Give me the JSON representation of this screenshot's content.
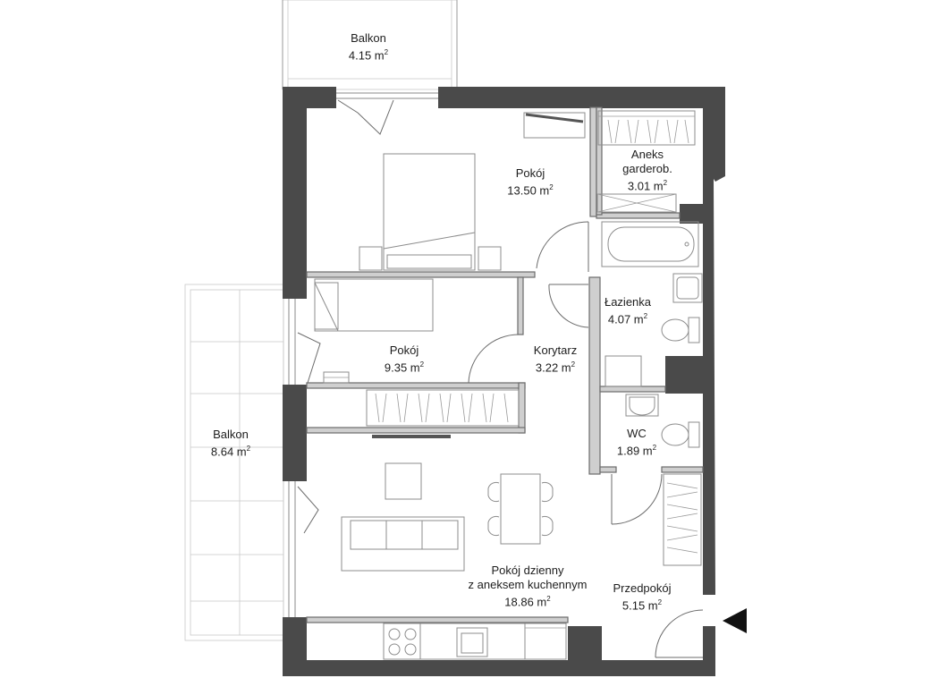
{
  "unit_superscript": "2",
  "rooms": [
    {
      "id": "balkon-top",
      "name": "Balkon",
      "area": "4.15 m"
    },
    {
      "id": "pokoj-1",
      "name": "Pokój",
      "area": "13.50 m"
    },
    {
      "id": "aneks",
      "name_line1": "Aneks",
      "name_line2": "garderob.",
      "area": "3.01 m"
    },
    {
      "id": "lazienka",
      "name": "Łazienka",
      "area": "4.07 m"
    },
    {
      "id": "pokoj-2",
      "name": "Pokój",
      "area": "9.35 m"
    },
    {
      "id": "korytarz",
      "name": "Korytarz",
      "area": "3.22 m"
    },
    {
      "id": "balkon-left",
      "name": "Balkon",
      "area": "8.64 m"
    },
    {
      "id": "wc",
      "name": "WC",
      "area": "1.89 m"
    },
    {
      "id": "dzienny",
      "name_line1": "Pokój dzienny",
      "name_line2": "z aneksem kuchennym",
      "area": "18.86 m"
    },
    {
      "id": "przedpokoj",
      "name": "Przedpokój",
      "area": "5.15 m"
    }
  ],
  "colors": {
    "wall": "#4a4a4a",
    "partition": "#cfcfcf",
    "furniture": "#8c8c8c",
    "entrance_marker": "#111111"
  },
  "icons": {
    "entrance": "entrance-arrow-icon"
  }
}
